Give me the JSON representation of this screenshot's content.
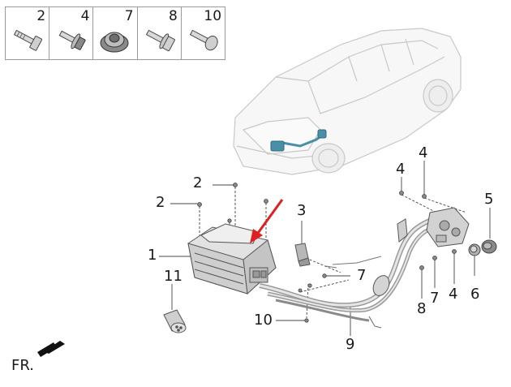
{
  "legend": {
    "items": [
      {
        "num": "2",
        "icon": "bolt-icon"
      },
      {
        "num": "4",
        "icon": "flange-bolt-icon"
      },
      {
        "num": "7",
        "icon": "grommet-nut-icon"
      },
      {
        "num": "8",
        "icon": "hex-flange-bolt-icon"
      },
      {
        "num": "10",
        "icon": "round-head-bolt-icon"
      }
    ]
  },
  "callouts": {
    "c1": "1",
    "c2a": "2",
    "c2b": "2",
    "c3": "3",
    "c4a": "4",
    "c4b": "4",
    "c4c": "4",
    "c5": "5",
    "c6": "6",
    "c7a": "7",
    "c7b": "7",
    "c8": "8",
    "c9": "9",
    "c10": "10",
    "c11": "11"
  },
  "direction_label": "FR.",
  "colors": {
    "line": "#444444",
    "arrow": "#e02020",
    "highlight": "#4a8fa8"
  }
}
